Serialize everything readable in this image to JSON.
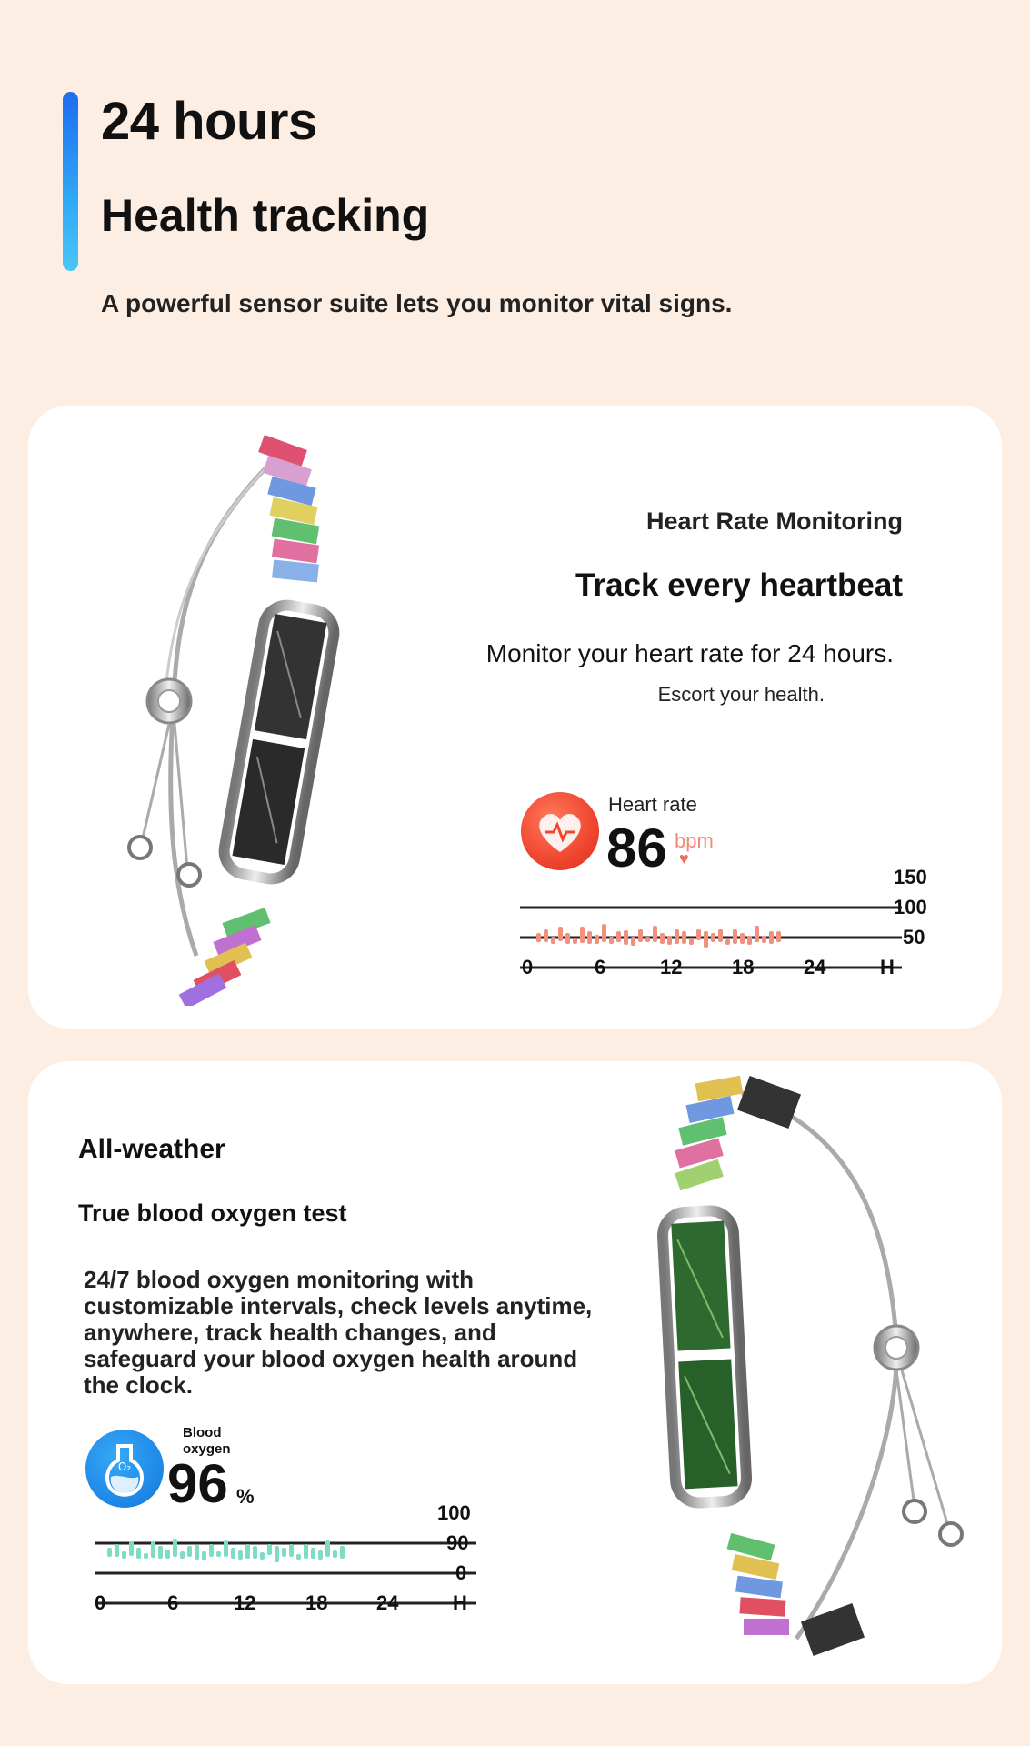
{
  "header": {
    "title": "24 hours",
    "subtitle": "Health tracking",
    "lead": "A powerful sensor suite lets you monitor vital signs."
  },
  "heart_card": {
    "section_title": "Heart Rate Monitoring",
    "headline": "Track every heartbeat",
    "description": "Monitor your heart rate for 24 hours.",
    "subline": "Escort your health.",
    "metric_label": "Heart rate",
    "metric_value": "86",
    "metric_unit": "bpm",
    "accent_color": "#f0452f",
    "bar_color": "#f2907e",
    "icon": "heart-pulse-icon",
    "chart": {
      "y_ticks": [
        "150",
        "100",
        "50"
      ],
      "x_ticks": [
        "0",
        "6",
        "12",
        "18",
        "24",
        "H"
      ]
    }
  },
  "oxygen_card": {
    "section_title": "All-weather",
    "headline": "True blood oxygen test",
    "description": "24/7 blood oxygen monitoring with customizable intervals, check levels anytime, anywhere, track health changes, and safeguard your blood oxygen health around the clock.",
    "metric_label": "Blood oxygen",
    "metric_value": "96",
    "metric_unit": "%",
    "accent_color": "#1c86e6",
    "bar_color": "#7fdcc4",
    "icon": "oxygen-flask-icon",
    "chart": {
      "y_ticks": [
        "100",
        "90",
        "0"
      ],
      "x_ticks": [
        "0",
        "6",
        "12",
        "18",
        "24",
        "H"
      ]
    }
  }
}
